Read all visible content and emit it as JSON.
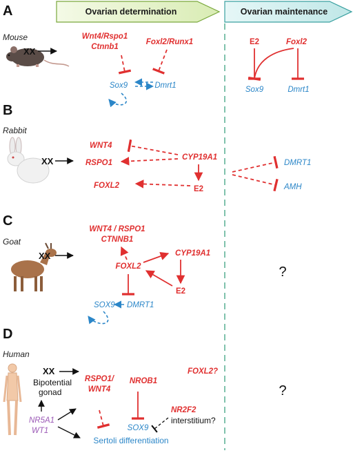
{
  "header": {
    "determination": "Ovarian determination",
    "maintenance": "Ovarian maintenance",
    "determination_color": "#e6f3cc",
    "maintenance_color": "#cdeeee"
  },
  "panels": {
    "a": {
      "letter": "A",
      "species": "Mouse",
      "xx": "XX",
      "wnt4": "Wnt4/Rspo1",
      "ctnnb1": "Ctnnb1",
      "foxl2_runx1": "Foxl2/Runx1",
      "sox9": "Sox9",
      "dmrt1": "Dmrt1",
      "m_e2": "E2",
      "m_foxl2": "Foxl2",
      "m_sox9": "Sox9",
      "m_dmrt1": "Dmrt1"
    },
    "b": {
      "letter": "B",
      "species": "Rabbit",
      "xx": "XX",
      "wnt4": "WNT4",
      "rspo1": "RSPO1",
      "foxl2": "FOXL2",
      "cyp19a1": "CYP19A1",
      "e2": "E2",
      "dmrt1": "DMRT1",
      "amh": "AMH"
    },
    "c": {
      "letter": "C",
      "species": "Goat",
      "xx": "XX",
      "wnt4": "WNT4 / RSPO1",
      "ctnnb1": "CTNNB1",
      "foxl2": "FOXL2",
      "cyp19a1": "CYP19A1",
      "e2": "E2",
      "sox9": "SOX9",
      "dmrt1": "DMRT1",
      "question": "?"
    },
    "d": {
      "letter": "D",
      "species": "Human",
      "xx": "XX",
      "bipotential": "Bipotential",
      "gonad": "gonad",
      "nr5a1": "NR5A1",
      "wt1": "WT1",
      "rspo1": "RSPO1/",
      "wnt4": "WNT4",
      "nrob1": "NROB1",
      "foxl2": "FOXL2?",
      "nr2f2": "NR2F2",
      "interstitium": "interstitium?",
      "sox9": "SOX9",
      "sertoli": "Sertoli differentiation",
      "question": "?"
    }
  },
  "colors": {
    "red": "#e03030",
    "blue": "#2b86c8",
    "purple": "#9b59b6"
  }
}
